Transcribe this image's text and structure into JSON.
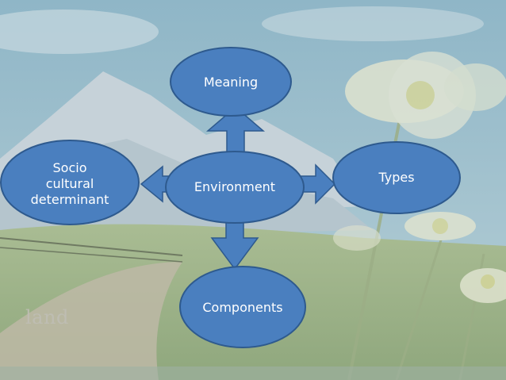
{
  "diagram": {
    "center": "Environment",
    "nodes": {
      "top": "Meaning",
      "left_line1": "Socio",
      "left_line2": "cultural",
      "left_line3": "determinant",
      "right": "Types",
      "bottom": "Components"
    }
  },
  "background": {
    "watermark": "land"
  },
  "colors": {
    "node_fill": "#4a7fbf",
    "node_stroke": "#2e5a8e",
    "arrow_fill": "#4a7fbf",
    "sky": "#a7c6d6",
    "meadow": "#9fb58c",
    "road": "#b9b6a6",
    "mountain": "#c9d4dc",
    "flower": "#dfe2cf"
  }
}
